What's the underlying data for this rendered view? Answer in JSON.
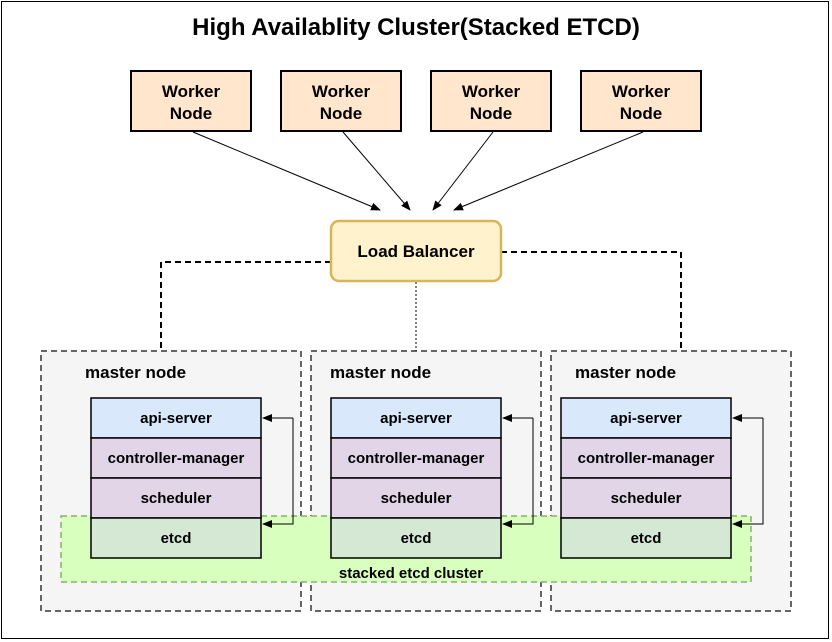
{
  "title": "High Availablity Cluster(Stacked ETCD)",
  "workers": [
    {
      "line1": "Worker",
      "line2": "Node"
    },
    {
      "line1": "Worker",
      "line2": "Node"
    },
    {
      "line1": "Worker",
      "line2": "Node"
    },
    {
      "line1": "Worker",
      "line2": "Node"
    }
  ],
  "load_balancer": "Load Balancer",
  "masters": [
    {
      "label": "master node",
      "components": [
        "api-server",
        "controller-manager",
        "scheduler",
        "etcd"
      ]
    },
    {
      "label": "master node",
      "components": [
        "api-server",
        "controller-manager",
        "scheduler",
        "etcd"
      ]
    },
    {
      "label": "master node",
      "components": [
        "api-server",
        "controller-manager",
        "scheduler",
        "etcd"
      ]
    }
  ],
  "etcd_cluster_label": "stacked etcd cluster",
  "colors": {
    "worker_fill": "#ffe6cc",
    "lb_fill": "#fff2cc",
    "lb_border": "#d6b656",
    "master_fill": "#f5f5f5",
    "master_border": "#666666",
    "api_fill": "#dae8fc",
    "ctrl_fill": "#e1d5e7",
    "etcd_fill": "#d5e8d4",
    "cluster_fill": "#d9ffbf",
    "cluster_border": "#82b366"
  }
}
